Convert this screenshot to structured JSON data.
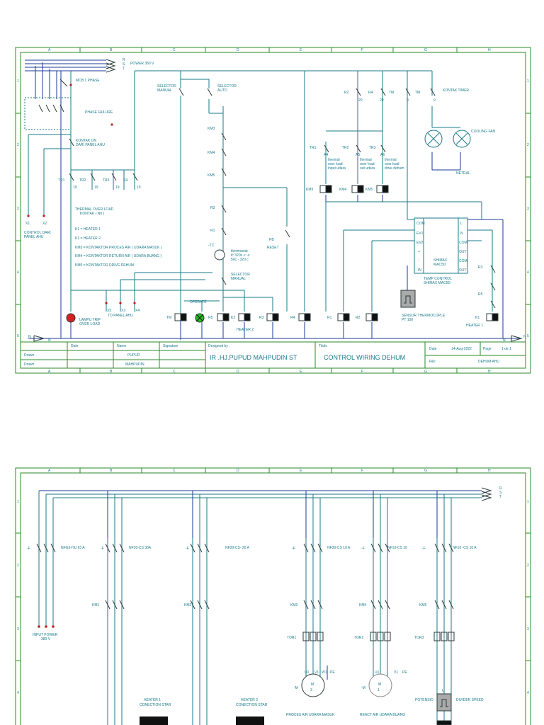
{
  "columns": [
    "A",
    "B",
    "C",
    "D",
    "E",
    "F",
    "G",
    "H"
  ],
  "rows": [
    "1",
    "2",
    "3",
    "4",
    "5"
  ],
  "sheet1": {
    "supply": {
      "phases": [
        "R",
        "S",
        "T"
      ],
      "label": "POWER 380 V"
    },
    "mcb": "MCB 1 PHASE",
    "phase_failure": "PHASE FAILURE",
    "kontak_on": [
      "KONTAK ON",
      "DARI PANEL AHU"
    ],
    "thermal_labels": [
      "TR1",
      "TR2",
      "TR3",
      "R4"
    ],
    "thermal_nums": [
      "19",
      "19",
      "19",
      "19"
    ],
    "thermal_overload": [
      "THERMAL OVER LOAD",
      "KONTAK ( N0 )"
    ],
    "control_terminals": [
      "X1",
      "X2"
    ],
    "control_dari": [
      "CONTROL DARI",
      "PANEL AHU"
    ],
    "legend": [
      "K1 = HEATER 1",
      "K2 = HEATER 2",
      "KM3 = KONTAKTOR PROCES AIR  ( UDARA MASUK )",
      "KM4 = KONTAKTOR RETURN AIR  ( UDARA BUANG )",
      "KM5 = KONTAKTOR DRIVE DEHUM"
    ],
    "selector_manual": [
      "SELECTOR",
      "MANUAL"
    ],
    "selector_auto": [
      "SELECTOR",
      "AUTO"
    ],
    "contacts": [
      "KM3",
      "KM4",
      "KM5",
      "R3",
      "R1"
    ],
    "tc": "-TC",
    "thermostat": [
      "thermostat",
      "tc 320s -r -s",
      "50c - 320 c"
    ],
    "pb_reset": [
      "PB",
      "RESET"
    ],
    "selector_manual2": [
      "SELECTOR",
      "MANUAL"
    ],
    "operate": "OPERATE",
    "lampu": [
      "LAMPU TRIP",
      "OVER LOAD"
    ],
    "to_panel": [
      "X5",
      "X3",
      "X4"
    ],
    "to_panel_label": "TO PANEL AHU",
    "coils": [
      "TM",
      "R5",
      "K2",
      "R3",
      "R4",
      "R1",
      "R2",
      "K1"
    ],
    "heater2": "HEATER 2",
    "heater1": "HEATER 1",
    "relays_top": [
      "R2",
      "R4",
      "TM",
      "TM"
    ],
    "relay_nums": [
      "20",
      "20",
      "9",
      "9"
    ],
    "kontak_timer": "KONTAK TIMER",
    "tr_labels": [
      "TR1",
      "TR2",
      "TR3"
    ],
    "thermal_descs": [
      [
        "thermal",
        "over load",
        "input udara"
      ],
      [
        "thermal",
        "over load",
        "out udara"
      ],
      [
        "thermal",
        "over load",
        "drive dehum"
      ]
    ],
    "km_coils": [
      "KM3",
      "KM4",
      "KM5"
    ],
    "terminal_nums": [
      "A4",
      "A5",
      "A6"
    ],
    "cooling_fan": "COOLING FAN",
    "netral": "NETRAL",
    "shimax": [
      "SHIMAX",
      "MAC5D"
    ],
    "temp_control": [
      "TEMP CONTROL",
      "SHIMAX MAC5D"
    ],
    "shimax_left": [
      "COM",
      "EV1",
      "EV2",
      "+",
      "-",
      "IN"
    ],
    "shimax_right": [
      "L",
      "N",
      "COM",
      "OUT",
      "COM",
      "OUT"
    ],
    "sensor": [
      "SENSOR THERMOCOPLE",
      "PT 100"
    ],
    "r3_r5": [
      "R3",
      "R5"
    ],
    "neutral": "N",
    "title_block": {
      "date_h": "Date",
      "name_h": "Name",
      "signature_h": "Signature",
      "designed_h": "Designed by",
      "title_h": "Titulo",
      "drawn": "Drawn",
      "names": [
        "PUPUD",
        "MAHPUDIN"
      ],
      "designer": "IR .HJ.PUPUD MAHPUDIN ST",
      "title": "CONTROL WIRING DEHUM",
      "date_label": "Date",
      "date": "14-Aug-2022",
      "page_label": "Page",
      "page": "1 de 1",
      "file_label": "File:",
      "file": "DEHUM AHU"
    }
  },
  "sheet2": {
    "phases": [
      "R",
      "S",
      "T"
    ],
    "breakers": [
      "NFG3-HU 63 A",
      "NF30-CS 30A",
      "NF30-CS- 20 A",
      "NF30-CS 10 A",
      "NF10-CS 10",
      "NF10 -CS 10 A"
    ],
    "breaker_tag": "-F",
    "contactors": [
      "KM1",
      "KM2",
      "KM3",
      "KM4",
      "KM5"
    ],
    "tors": [
      "TOR1",
      "TOR2",
      "TOR3"
    ],
    "input_power": [
      "INPUT POWER",
      "380 V"
    ],
    "motor": "M",
    "motor_phase": "3",
    "motor_terms": [
      "U1",
      "V1",
      "W1",
      "PE"
    ],
    "motor_terms2": [
      "U1",
      "V1",
      "PE"
    ],
    "motor_tag": "-M",
    "motor_phase2": "1",
    "heater1": [
      "HEATER 1",
      "CONECTION STAR"
    ],
    "heater2": [
      "HEATER 2",
      "CONECTION STAR"
    ],
    "motor1_label": "PROCES  AIR   UDARA MASUK",
    "motor2_label": "REACT  AIR   UDARA BUANG",
    "potensio": "POTENSIO",
    "divider": "DIVIDER SPEED",
    "u_label": "U"
  }
}
